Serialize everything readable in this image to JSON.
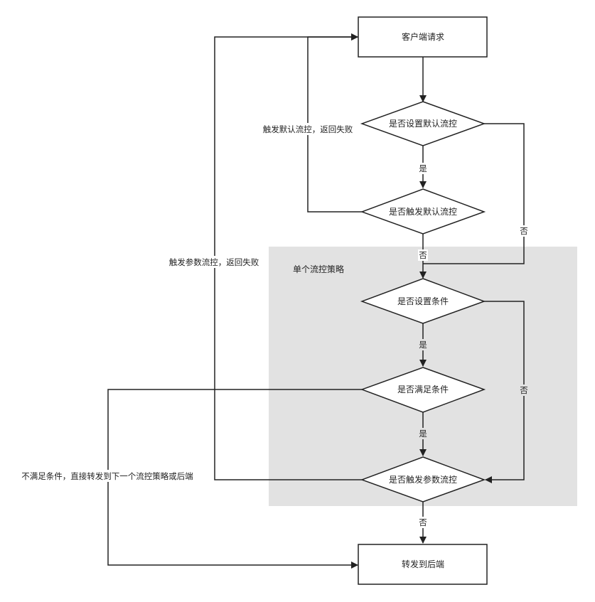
{
  "colors": {
    "stroke": "#222222",
    "group_fill": "#e2e2e2",
    "node_fill": "#ffffff"
  },
  "group": {
    "label": "单个流控策略"
  },
  "nodes": {
    "client_request": "客户端请求",
    "has_default_flow": "是否设置默认流控",
    "trigger_default_flow": "是否触发默认流控",
    "has_condition": "是否设置条件",
    "meets_condition": "是否满足条件",
    "trigger_param_flow": "是否触发参数流控",
    "forward_backend": "转发到后端"
  },
  "edges": {
    "yes": "是",
    "no": "否",
    "default_fail": "触发默认流控，返回失败",
    "param_fail": "触发参数流控，返回失败",
    "not_meet": "不满足条件，直接转发到下一个流控策略或后端"
  }
}
